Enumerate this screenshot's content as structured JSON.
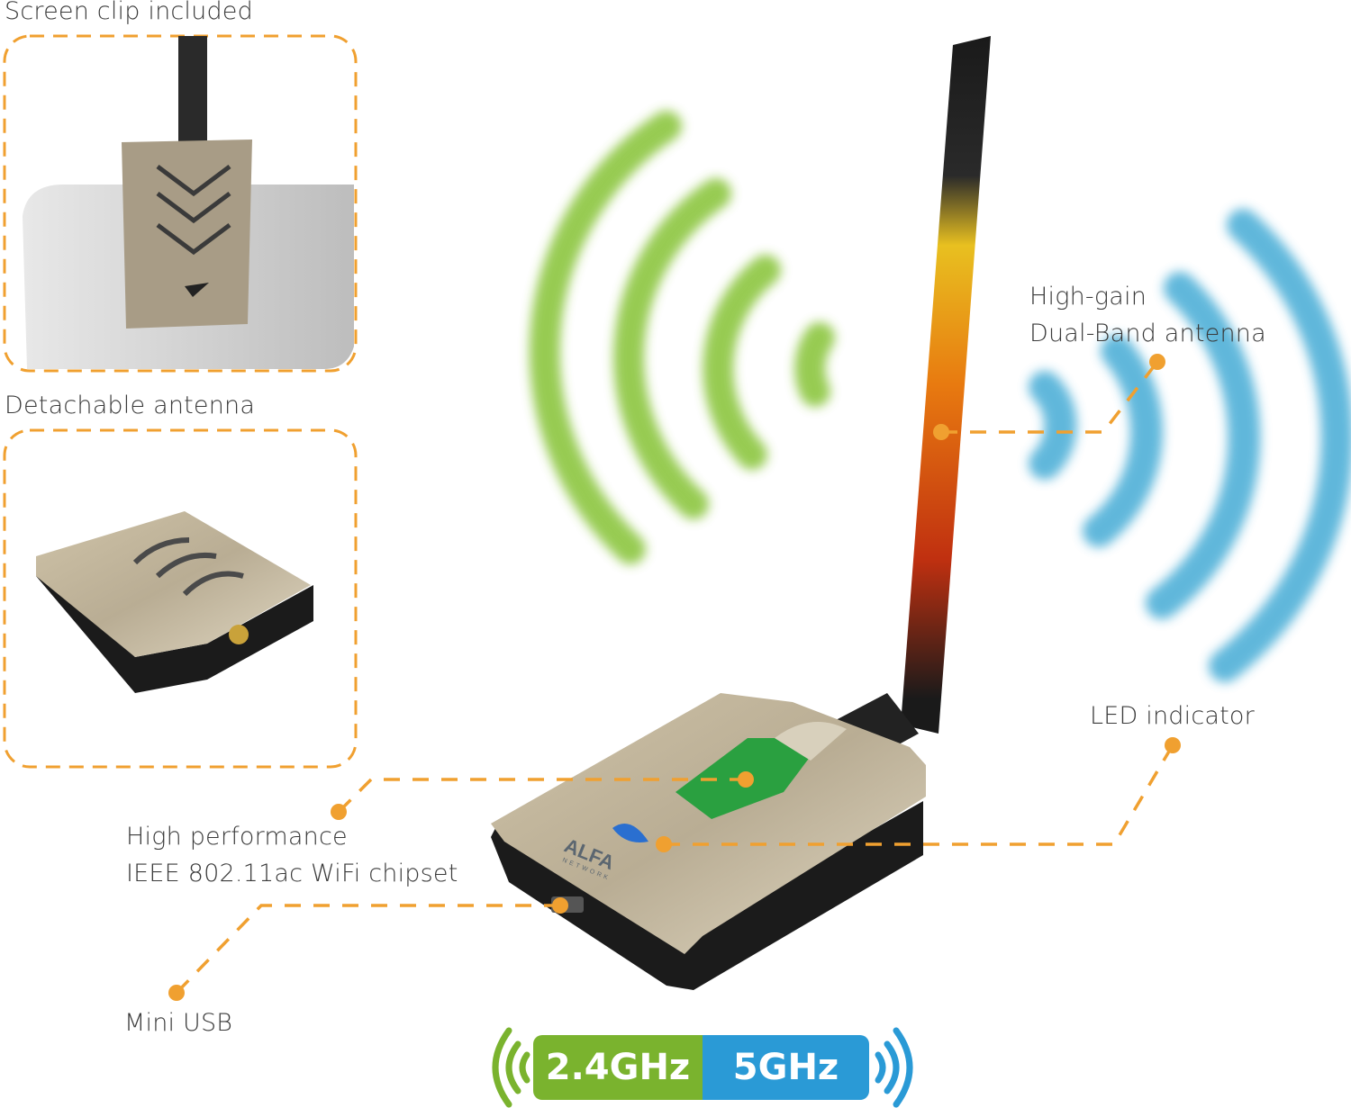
{
  "insets": {
    "screen_clip": {
      "title": "Screen clip included"
    },
    "detachable": {
      "title": "Detachable antenna"
    }
  },
  "callouts": {
    "antenna": {
      "line1": "High-gain",
      "line2": "Dual-Band antenna"
    },
    "led": {
      "label": "LED indicator"
    },
    "chipset": {
      "line1": "High performance",
      "line2": "IEEE 802.11ac WiFi chipset"
    },
    "usb": {
      "label": "Mini USB"
    }
  },
  "device": {
    "brand": "ALFA",
    "brand_sub": "NETWORK"
  },
  "bands": {
    "band1": "2.4GHz",
    "band2": "5GHz"
  },
  "colors": {
    "accent_orange": "#f0a030",
    "band1_green": "#7ab32e",
    "band2_blue": "#2a9ad6",
    "wave_green": "#8cc63f",
    "wave_blue": "#4fb0d8"
  }
}
